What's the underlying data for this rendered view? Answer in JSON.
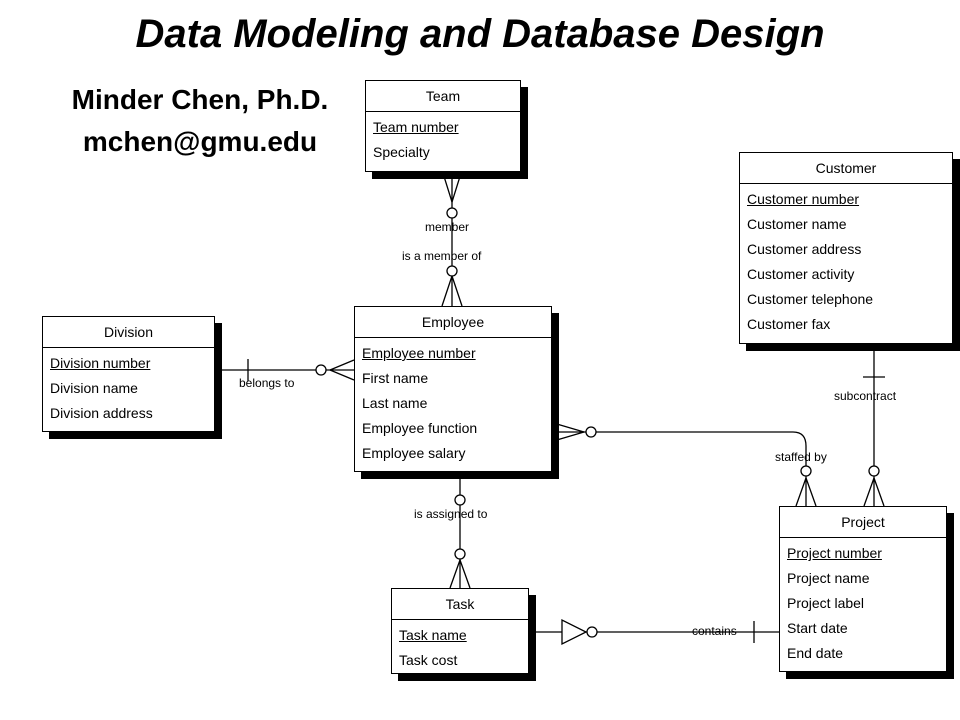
{
  "title": "Data Modeling and Database Design",
  "author": {
    "name": "Minder Chen, Ph.D.",
    "email": "mchen@gmu.edu"
  },
  "entities": {
    "team": {
      "name": "Team",
      "attrs": [
        "Team number",
        "Specialty"
      ]
    },
    "customer": {
      "name": "Customer",
      "attrs": [
        "Customer number",
        "Customer name",
        "Customer address",
        "Customer activity",
        "Customer telephone",
        "Customer fax"
      ]
    },
    "division": {
      "name": "Division",
      "attrs": [
        "Division number",
        "Division name",
        "Division address"
      ]
    },
    "employee": {
      "name": "Employee",
      "attrs": [
        "Employee number",
        "First name",
        "Last name",
        "Employee function",
        "Employee salary"
      ]
    },
    "project": {
      "name": "Project",
      "attrs": [
        "Project number",
        "Project name",
        "Project label",
        "Start date",
        "End date"
      ]
    },
    "task": {
      "name": "Task",
      "attrs": [
        "Task name",
        "Task cost"
      ]
    }
  },
  "relationships": {
    "member": "member",
    "is_member_of": "is a member of",
    "belongs_to": "belongs to",
    "subcontract": "subcontract",
    "staffed_by": "staffed by",
    "is_assigned_to": "is assigned to",
    "contains": "contains"
  }
}
